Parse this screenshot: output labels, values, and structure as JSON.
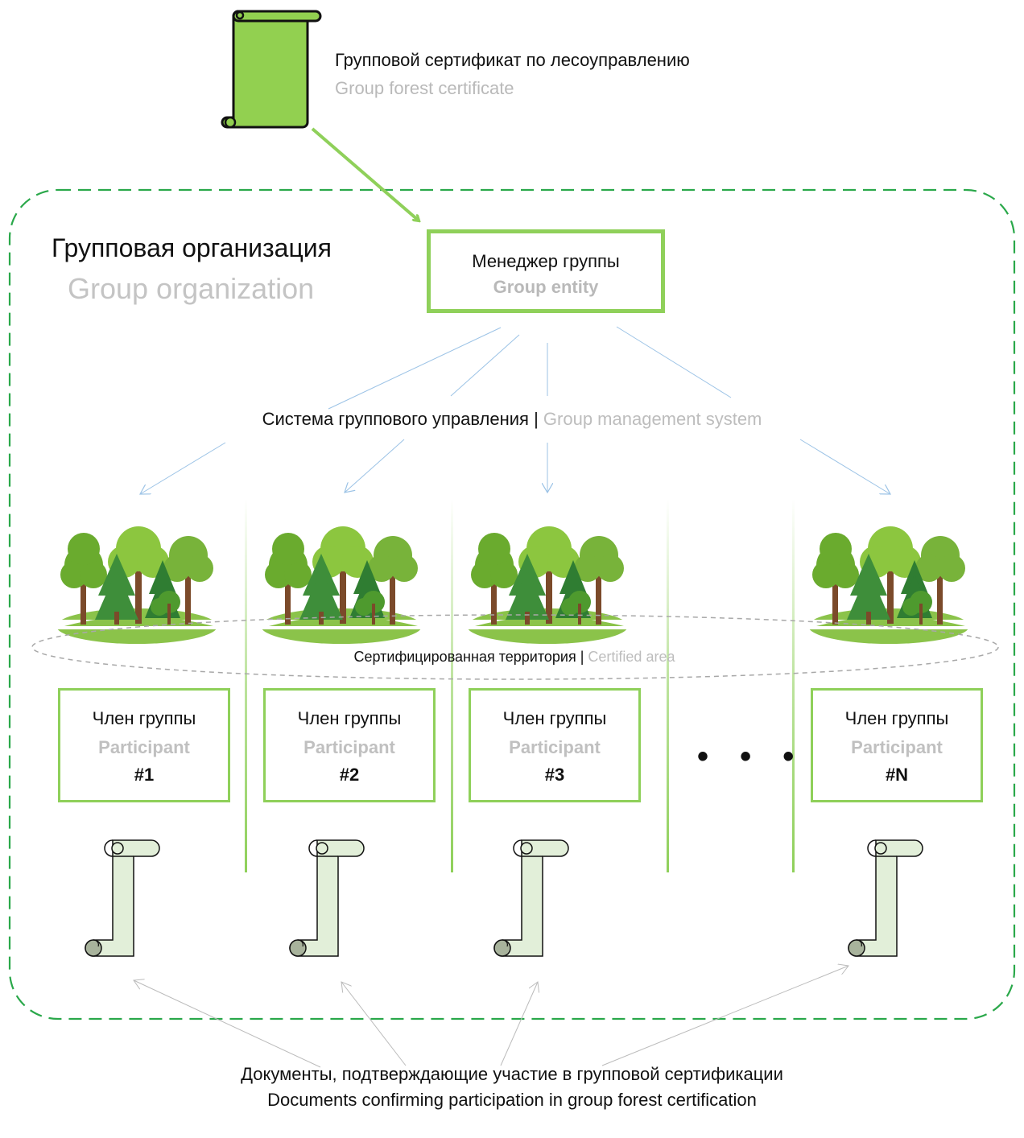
{
  "certificate": {
    "title_ru": "Групповой сертификат по лесоуправлению",
    "title_en": "Group forest certificate"
  },
  "organization": {
    "title_ru": "Групповая организация",
    "title_en": "Group organization"
  },
  "manager": {
    "title_ru": "Менеджер группы",
    "title_en": "Group entity"
  },
  "management_system": {
    "label_ru": "Система группового управления",
    "separator": "|",
    "label_en": "Group management system"
  },
  "certified_area": {
    "label_ru": "Сертифицированная территория",
    "separator": "|",
    "label_en": "Certified area"
  },
  "participants": [
    {
      "title_ru": "Член группы",
      "title_en": "Participant",
      "number": "#1"
    },
    {
      "title_ru": "Член группы",
      "title_en": "Participant",
      "number": "#2"
    },
    {
      "title_ru": "Член группы",
      "title_en": "Participant",
      "number": "#3"
    },
    {
      "title_ru": "Член группы",
      "title_en": "Participant",
      "number": "#N"
    }
  ],
  "ellipsis": "• • •",
  "documents": {
    "label_ru": "Документы, подтверждающие участие в групповой сертификации",
    "label_en": "Documents confirming participation in group forest certification"
  },
  "colors": {
    "green_accent": "#8fd05a",
    "dashed_border": "#2aa84a",
    "blue_arrow": "#9cc3e6",
    "grey_text": "#bdbdbd",
    "scroll_fill": "#e2efd9"
  }
}
